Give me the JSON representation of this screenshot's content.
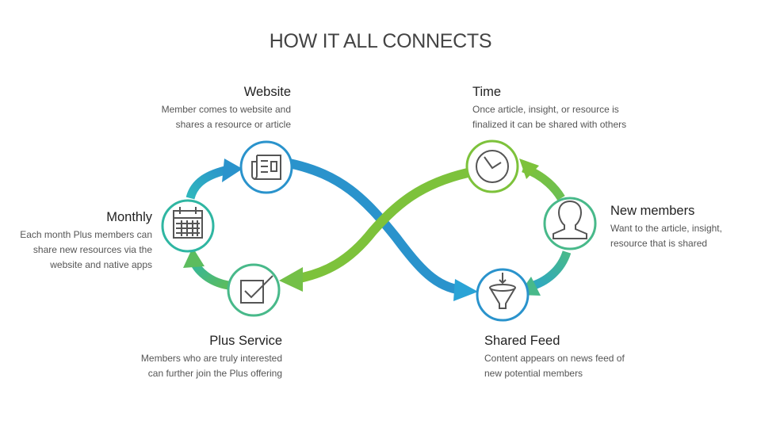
{
  "title": "HOW IT ALL CONNECTS",
  "nodes": {
    "website": {
      "label": "Website",
      "desc1": "Member comes to website and",
      "desc2": "shares a resource or article"
    },
    "time": {
      "label": "Time",
      "desc1": "Once article, insight, or resource is",
      "desc2": "finalized it can be shared with others"
    },
    "new_members": {
      "label": "New members",
      "desc1": "Want to the article, insight,",
      "desc2": "resource that is shared"
    },
    "shared_feed": {
      "label": "Shared Feed",
      "desc1": "Content appears on news feed of",
      "desc2": "new potential members"
    },
    "plus_service": {
      "label": "Plus Service",
      "desc1": "Members who are truly interested",
      "desc2": "can further join the Plus offering"
    },
    "monthly": {
      "label": "Monthly",
      "desc1": "Each month Plus members can",
      "desc2": "share new resources via the",
      "desc3": "website and native apps"
    }
  },
  "colors": {
    "blue": "#2a93cc",
    "blue_light": "#2fb0d6",
    "green": "#7dc23b",
    "teal": "#2ab0a8",
    "icon": "#555555"
  },
  "icons": [
    "newspaper-icon",
    "clock-icon",
    "person-icon",
    "funnel-icon",
    "checkbox-icon",
    "calendar-icon"
  ]
}
